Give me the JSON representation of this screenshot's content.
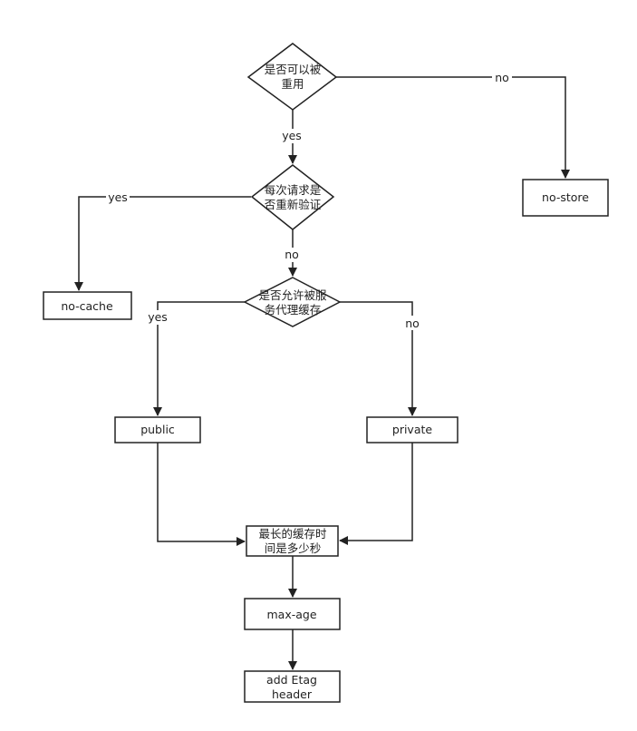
{
  "nodes": {
    "reusable": {
      "line1": "是否可以被",
      "line2": "重用"
    },
    "revalidate": {
      "line1": "每次请求是",
      "line2": "否重新验证"
    },
    "proxy_cache": {
      "line1": "是否允许被服",
      "line2": "务代理缓存"
    },
    "max_time": {
      "line1": "最长的缓存时",
      "line2": "间是多少秒"
    },
    "no_store": {
      "text": "no-store"
    },
    "no_cache": {
      "text": "no-cache"
    },
    "public": {
      "text": "public"
    },
    "private": {
      "text": "private"
    },
    "max_age": {
      "text": "max-age"
    },
    "add_etag": {
      "line1": "add Etag",
      "line2": "header"
    }
  },
  "edges": {
    "reusable_no": "no",
    "reusable_yes": "yes",
    "revalidate_yes": "yes",
    "revalidate_no": "no",
    "proxy_yes": "yes",
    "proxy_no": "no"
  },
  "colors": {
    "stroke": "#222222",
    "fill": "#ffffff",
    "text": "#222222"
  }
}
